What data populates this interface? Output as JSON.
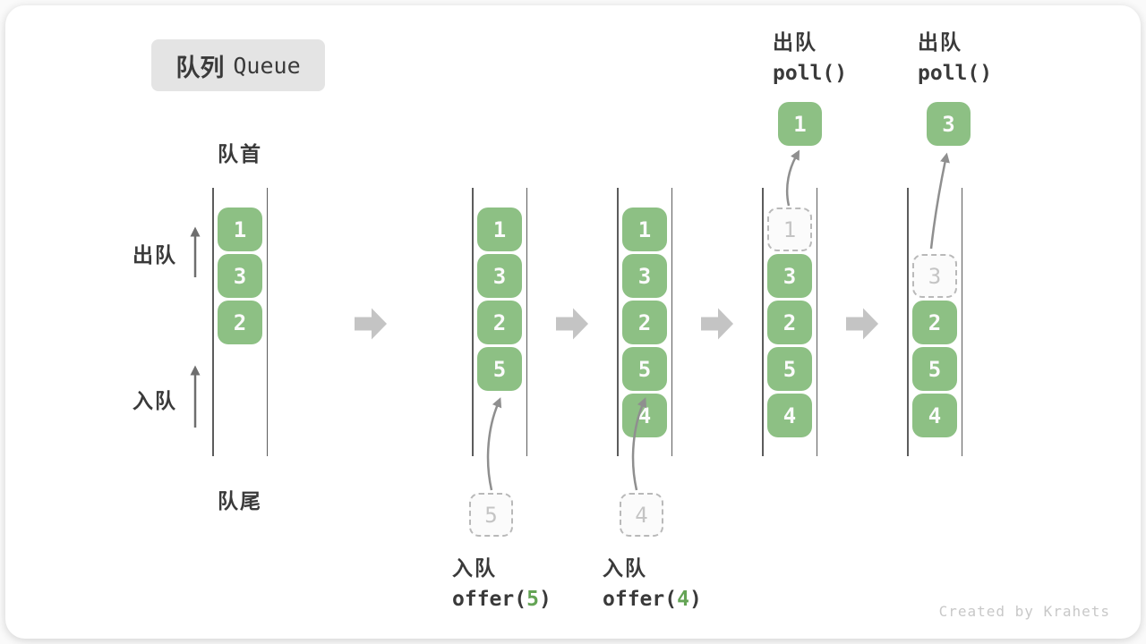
{
  "title": {
    "zh": "队列",
    "en": "Queue"
  },
  "labels": {
    "front": "队首",
    "rear": "队尾",
    "dequeue": "出队",
    "enqueue": "入队"
  },
  "watermark": "Created by Krahets",
  "colors": {
    "item_green": "#8dc084",
    "item_text": "#fbfbfb",
    "dashed_border": "#b9b9b9",
    "dashed_text": "#c4c4c4",
    "wall": "#5c5c5c",
    "block_arrow": "#c4c4c4",
    "flow_arrow": "#8f8f8f",
    "label_text": "#3a3a3a",
    "code_arg_green": "#64a455",
    "title_bg": "#e4e4e4",
    "watermark_text": "#c8c8c8"
  },
  "diagram": {
    "type": "queue-operations",
    "states": [
      {
        "name": "initial",
        "items": [
          {
            "slot": 0,
            "value": "1",
            "style": "solid"
          },
          {
            "slot": 1,
            "value": "3",
            "style": "solid"
          },
          {
            "slot": 2,
            "value": "2",
            "style": "solid"
          }
        ]
      },
      {
        "name": "after-offer-5",
        "items": [
          {
            "slot": 0,
            "value": "1",
            "style": "solid"
          },
          {
            "slot": 1,
            "value": "3",
            "style": "solid"
          },
          {
            "slot": 2,
            "value": "2",
            "style": "solid"
          },
          {
            "slot": 3,
            "value": "5",
            "style": "solid"
          }
        ],
        "incoming": {
          "value": "5"
        },
        "caption": {
          "op": "入队",
          "code_prefix": "offer(",
          "arg": "5",
          "code_suffix": ")"
        }
      },
      {
        "name": "after-offer-4",
        "items": [
          {
            "slot": 0,
            "value": "1",
            "style": "solid"
          },
          {
            "slot": 1,
            "value": "3",
            "style": "solid"
          },
          {
            "slot": 2,
            "value": "2",
            "style": "solid"
          },
          {
            "slot": 3,
            "value": "5",
            "style": "solid"
          },
          {
            "slot": 4,
            "value": "4",
            "style": "solid"
          }
        ],
        "incoming": {
          "value": "4"
        },
        "caption": {
          "op": "入队",
          "code_prefix": "offer(",
          "arg": "4",
          "code_suffix": ")"
        }
      },
      {
        "name": "after-poll-1",
        "items": [
          {
            "slot": 0,
            "value": "1",
            "style": "dashed"
          },
          {
            "slot": 1,
            "value": "3",
            "style": "solid"
          },
          {
            "slot": 2,
            "value": "2",
            "style": "solid"
          },
          {
            "slot": 3,
            "value": "5",
            "style": "solid"
          },
          {
            "slot": 4,
            "value": "4",
            "style": "solid"
          }
        ],
        "outgoing": {
          "value": "1"
        },
        "header": {
          "op": "出队",
          "code": "poll()"
        }
      },
      {
        "name": "after-poll-3",
        "items": [
          {
            "slot": 1,
            "value": "3",
            "style": "dashed"
          },
          {
            "slot": 2,
            "value": "2",
            "style": "solid"
          },
          {
            "slot": 3,
            "value": "5",
            "style": "solid"
          },
          {
            "slot": 4,
            "value": "4",
            "style": "solid"
          }
        ],
        "outgoing": {
          "value": "3"
        },
        "header": {
          "op": "出队",
          "code": "poll()"
        }
      }
    ]
  }
}
